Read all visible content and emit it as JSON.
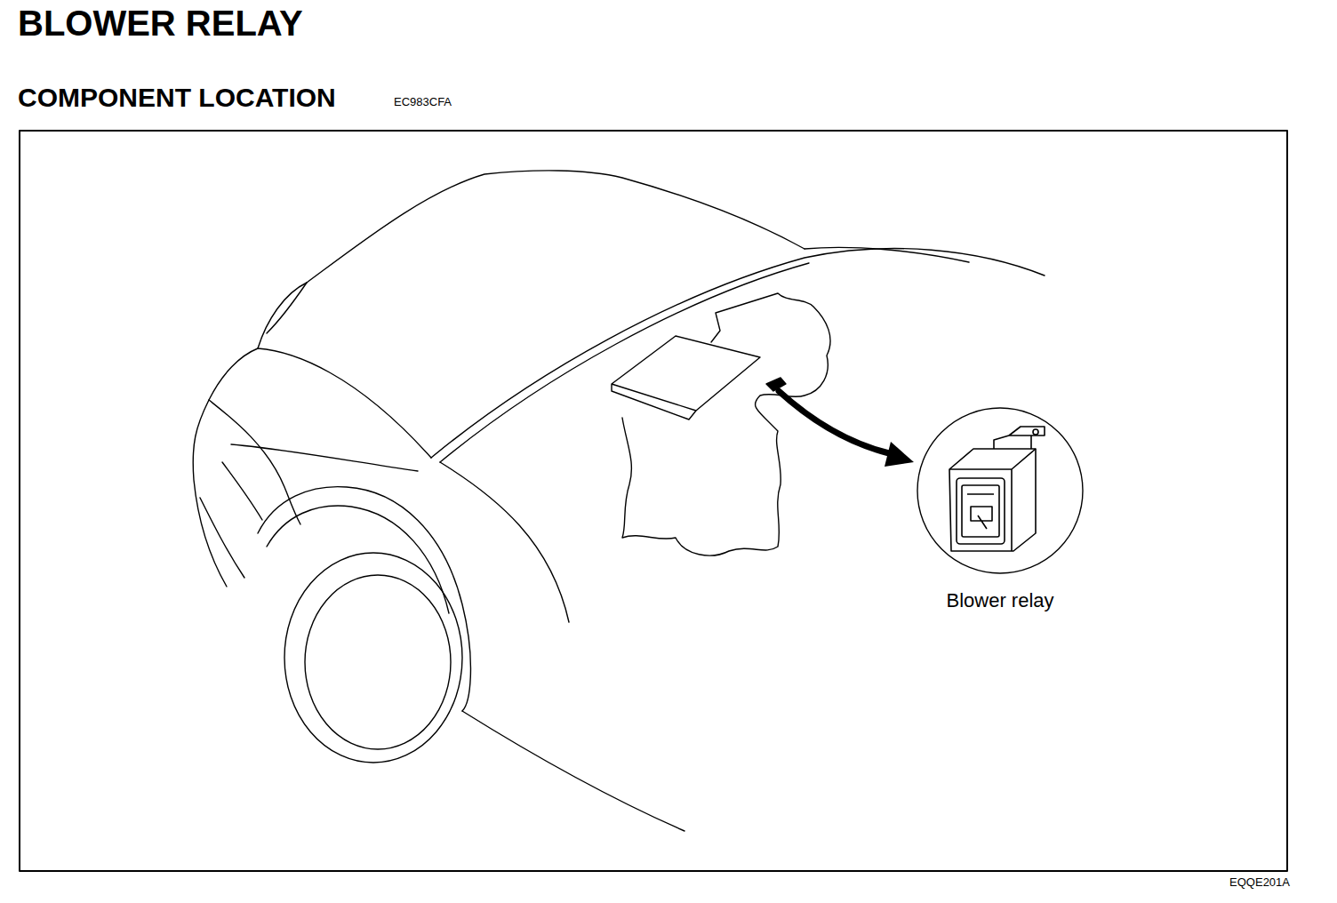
{
  "diagram": {
    "title": "BLOWER RELAY",
    "labels": [
      "COMPONENT LOCATION",
      "EC983CFA",
      "Blower relay",
      "EQQE201A"
    ]
  }
}
